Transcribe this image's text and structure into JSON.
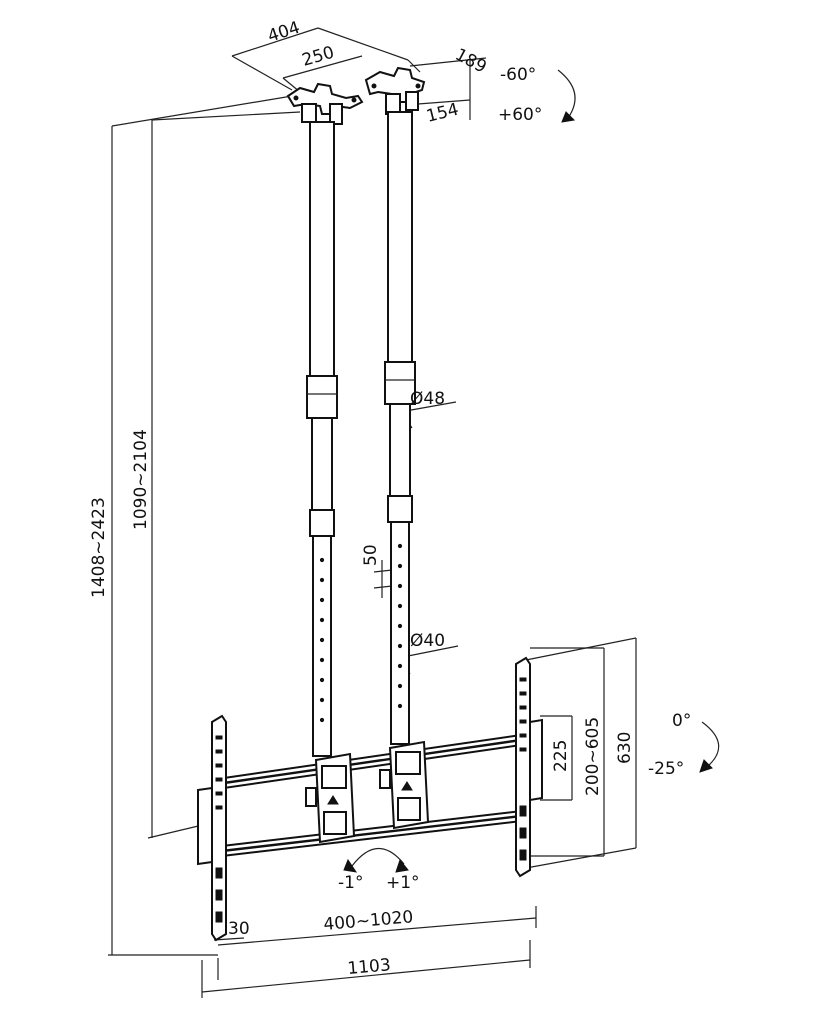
{
  "dimensions": {
    "mount_width": "404",
    "mount_hole_spacing": "250",
    "plate_depth": "189",
    "plate_inner": "154",
    "swivel_minus": "-60°",
    "swivel_plus": "+60°",
    "total_height": "1408~2423",
    "pole_height": "1090~2104",
    "upper_pole_diameter": "Ø48",
    "lower_pole_diameter": "Ø40",
    "hole_pitch": "50",
    "tilt_zero": "0°",
    "tilt_down": "-25°",
    "vesa_vertical": "225",
    "vesa_vertical_range": "200~605",
    "bracket_height": "630",
    "level_minus": "-1°",
    "level_plus": "+1°",
    "vesa_horizontal_range": "400~1020",
    "bracket_offset": "30",
    "bracket_total_width": "1103"
  }
}
